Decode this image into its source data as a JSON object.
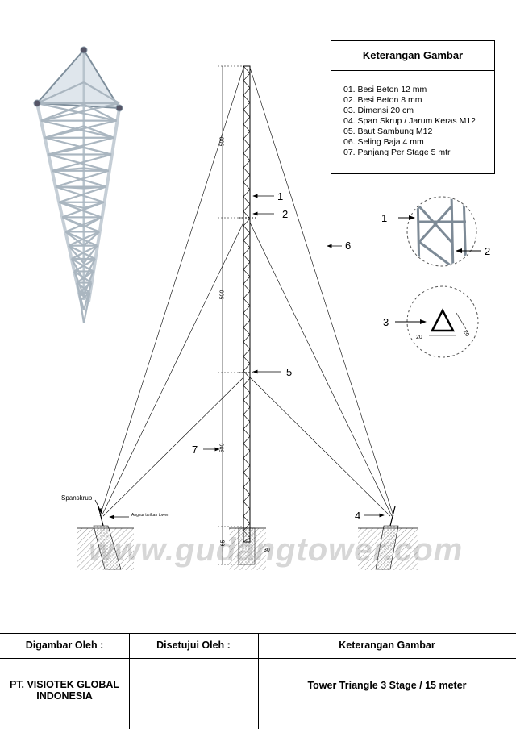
{
  "legend": {
    "title": "Keterangan Gambar",
    "items": [
      "01.  Besi Beton 12 mm",
      "02.  Besi Beton 8 mm",
      "03.  Dimensi 20 cm",
      "04.  Span Skrup / Jarum Keras M12",
      "05.  Baut Sambung M12",
      "06.  Seling Baja  4 mm",
      "07.  Panjang Per Stage 5 mtr"
    ]
  },
  "callouts": {
    "c1": "1",
    "c2": "2",
    "c5": "5",
    "c6": "6",
    "c7": "7",
    "c4": "4",
    "d1": "1",
    "d2": "2",
    "d3": "3"
  },
  "dimensions": {
    "stage_top": "500",
    "stage_mid": "500",
    "stage_bot": "500",
    "footing_depth": "65",
    "footing_width": "30",
    "tri_a": "20",
    "tri_b": "20"
  },
  "labels": {
    "spanskrup": "Spanskrup",
    "angkur": "Angkur tarikan tower"
  },
  "watermark": "www.gudangtower.com",
  "titleblock": {
    "drawn_by_label": "Digambar Oleh :",
    "approved_by_label": "Disetujui Oleh :",
    "description_label": "Keterangan Gambar",
    "company_line1": "PT. VISIOTEK GLOBAL",
    "company_line2": "INDONESIA",
    "approved_by_value": "",
    "drawing_title": "Tower Triangle 3 Stage / 15 meter"
  }
}
